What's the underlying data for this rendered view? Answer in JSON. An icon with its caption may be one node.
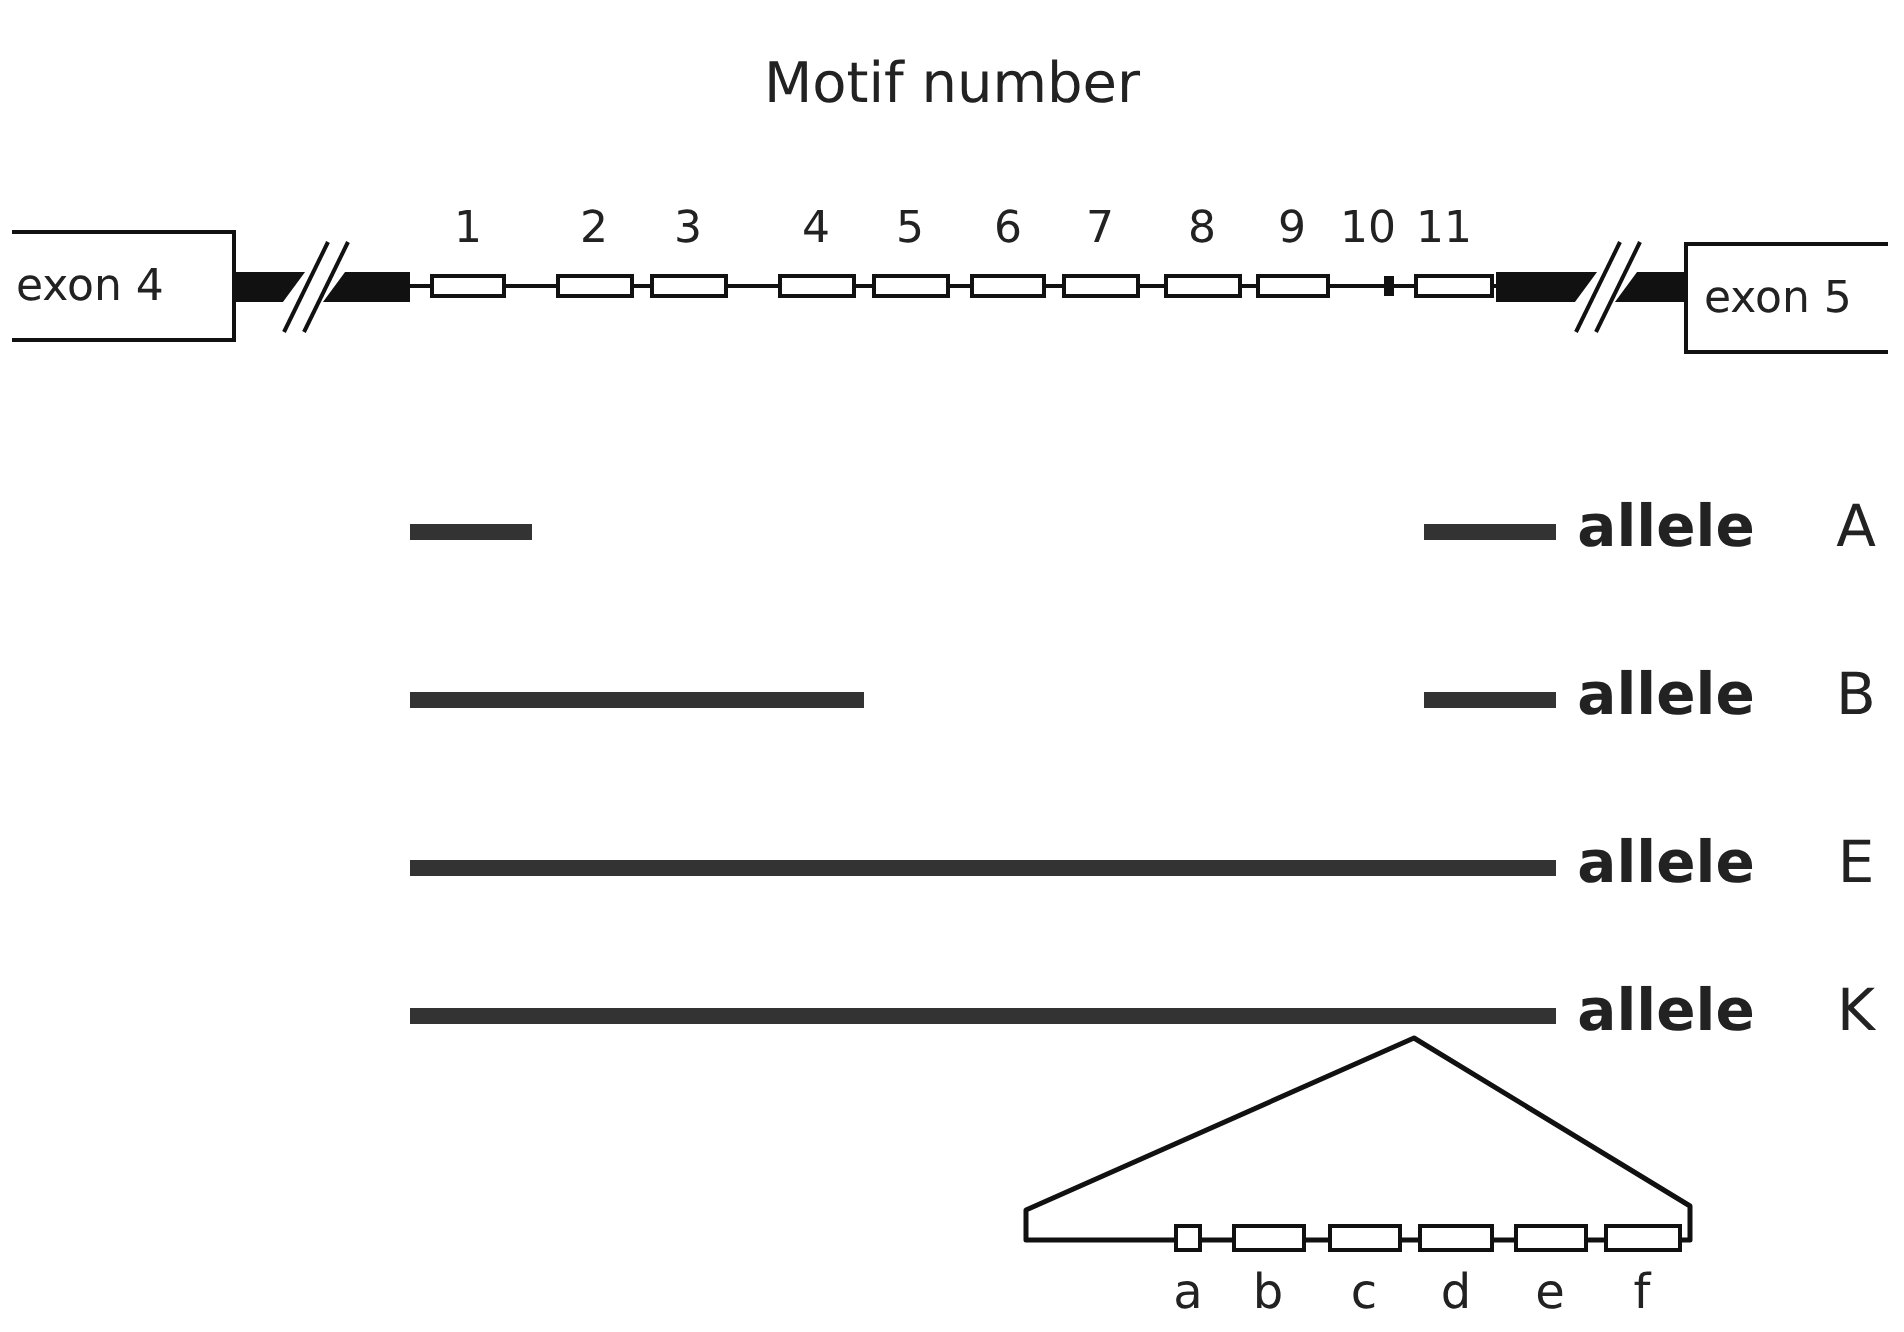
{
  "diagram": {
    "title": "Motif number",
    "nodes": [
      {
        "text": [
          "exon 4"
        ]
      },
      {
        "text": [
          "exon 5"
        ]
      }
    ],
    "labels": [
      "1",
      "2",
      "3",
      "4",
      "5",
      "6",
      "7",
      "8",
      "9",
      "10",
      "11",
      "allele",
      "A",
      "allele",
      "B",
      "allele",
      "E",
      "allele",
      "K",
      "a",
      "b",
      "c",
      "d",
      "e",
      "f"
    ]
  }
}
